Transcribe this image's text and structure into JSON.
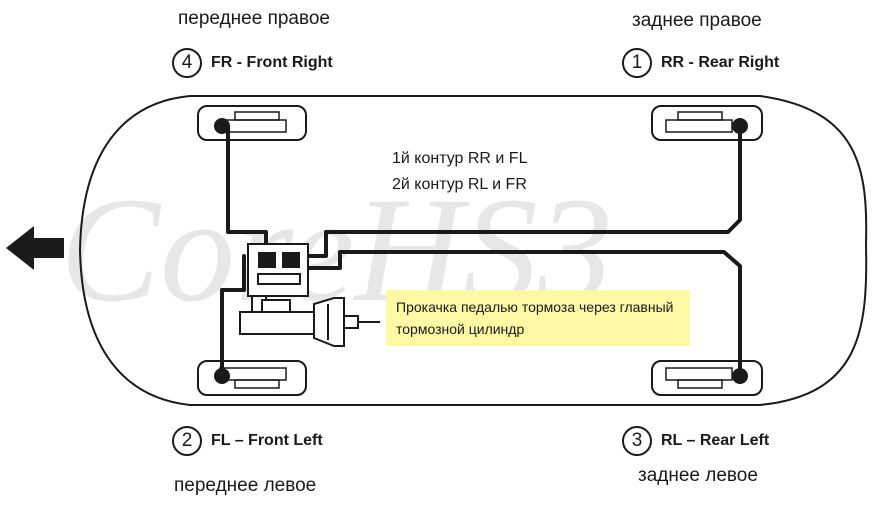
{
  "watermark": "CoreHS3",
  "labels": {
    "front_right_ru": "переднее правое",
    "rear_right_ru": "заднее правое",
    "front_left_ru": "переднее левое",
    "rear_left_ru": "заднее левое"
  },
  "wheels": {
    "fr": {
      "number": "4",
      "code": "FR - Front Right"
    },
    "rr": {
      "number": "1",
      "code": "RR - Rear Right"
    },
    "fl": {
      "number": "2",
      "code": "FL – Front  Left"
    },
    "rl": {
      "number": "3",
      "code": "RL – Rear  Left"
    }
  },
  "circuits": {
    "line1": "1й контур RR и FL",
    "line2": "2й контур RL и FR"
  },
  "note": {
    "text": "Прокачка  педалью тормоза через главный тормозной цилиндр",
    "color": "#fff9a6"
  },
  "colors": {
    "line": "#1a1a1a",
    "watermark": "#e7e7e7"
  }
}
